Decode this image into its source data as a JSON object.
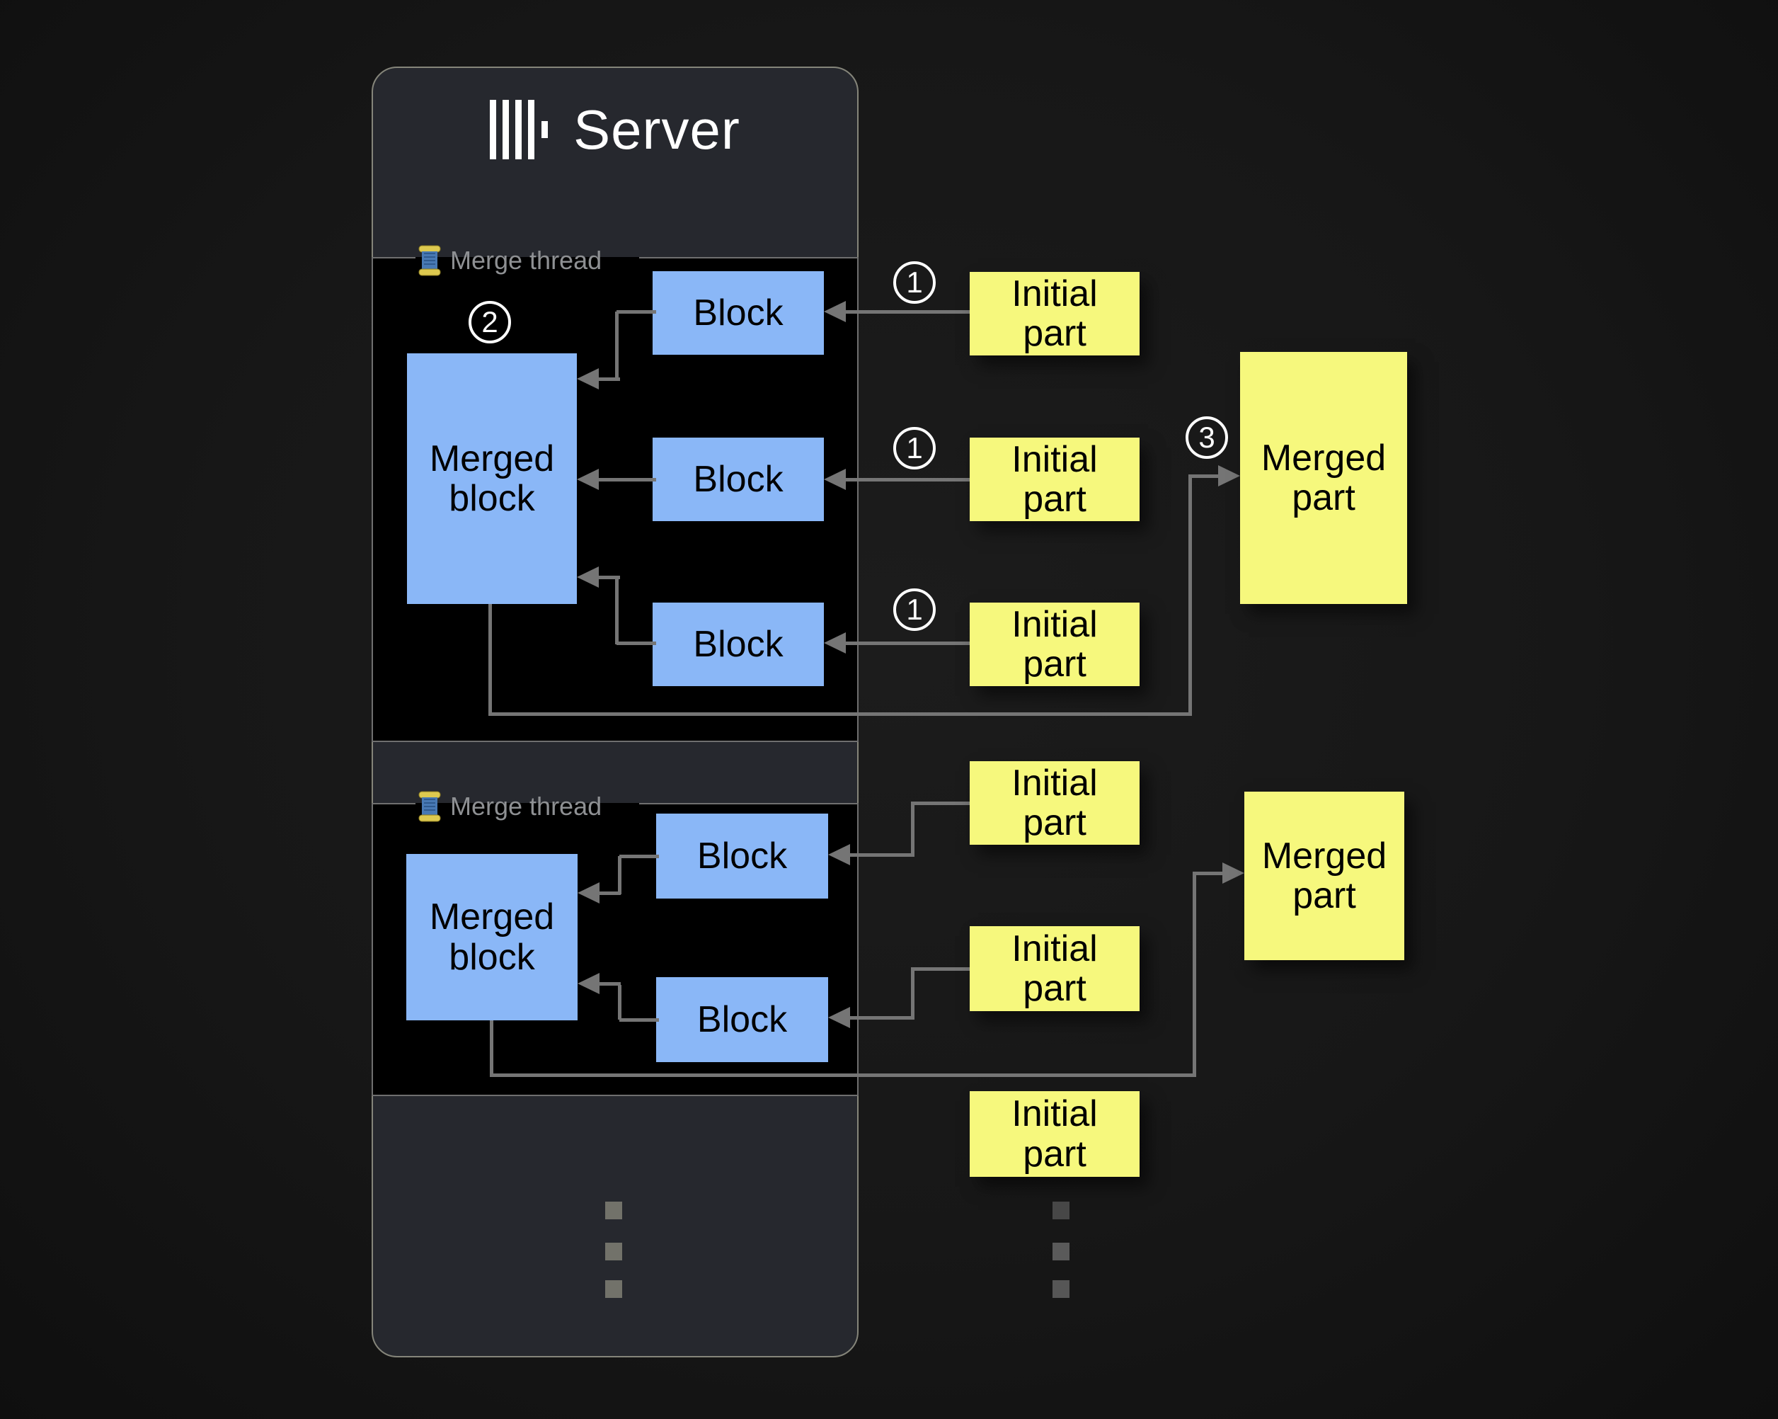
{
  "colors": {
    "background": "#181818",
    "server_panel": "#26282e",
    "thread_panel": "#000000",
    "block_fill": "#8ab7f7",
    "part_fill": "#f6f87d",
    "connector": "#757575",
    "thread_label_text": "#8e9093",
    "title_text": "#ffffff"
  },
  "server": {
    "title": "Server"
  },
  "threads": [
    {
      "label": "Merge thread",
      "merged_block": "Merged block",
      "blocks": [
        "Block",
        "Block",
        "Block"
      ]
    },
    {
      "label": "Merge thread",
      "merged_block": "Merged block",
      "blocks": [
        "Block",
        "Block"
      ]
    }
  ],
  "parts": {
    "group1_initial": [
      "Initial part",
      "Initial part",
      "Initial part"
    ],
    "group1_merged": "Merged part",
    "group2_initial": [
      "Initial part",
      "Initial part",
      "Initial part"
    ],
    "group2_merged": "Merged part"
  },
  "badges": {
    "one": "1",
    "two": "2",
    "three": "3"
  }
}
